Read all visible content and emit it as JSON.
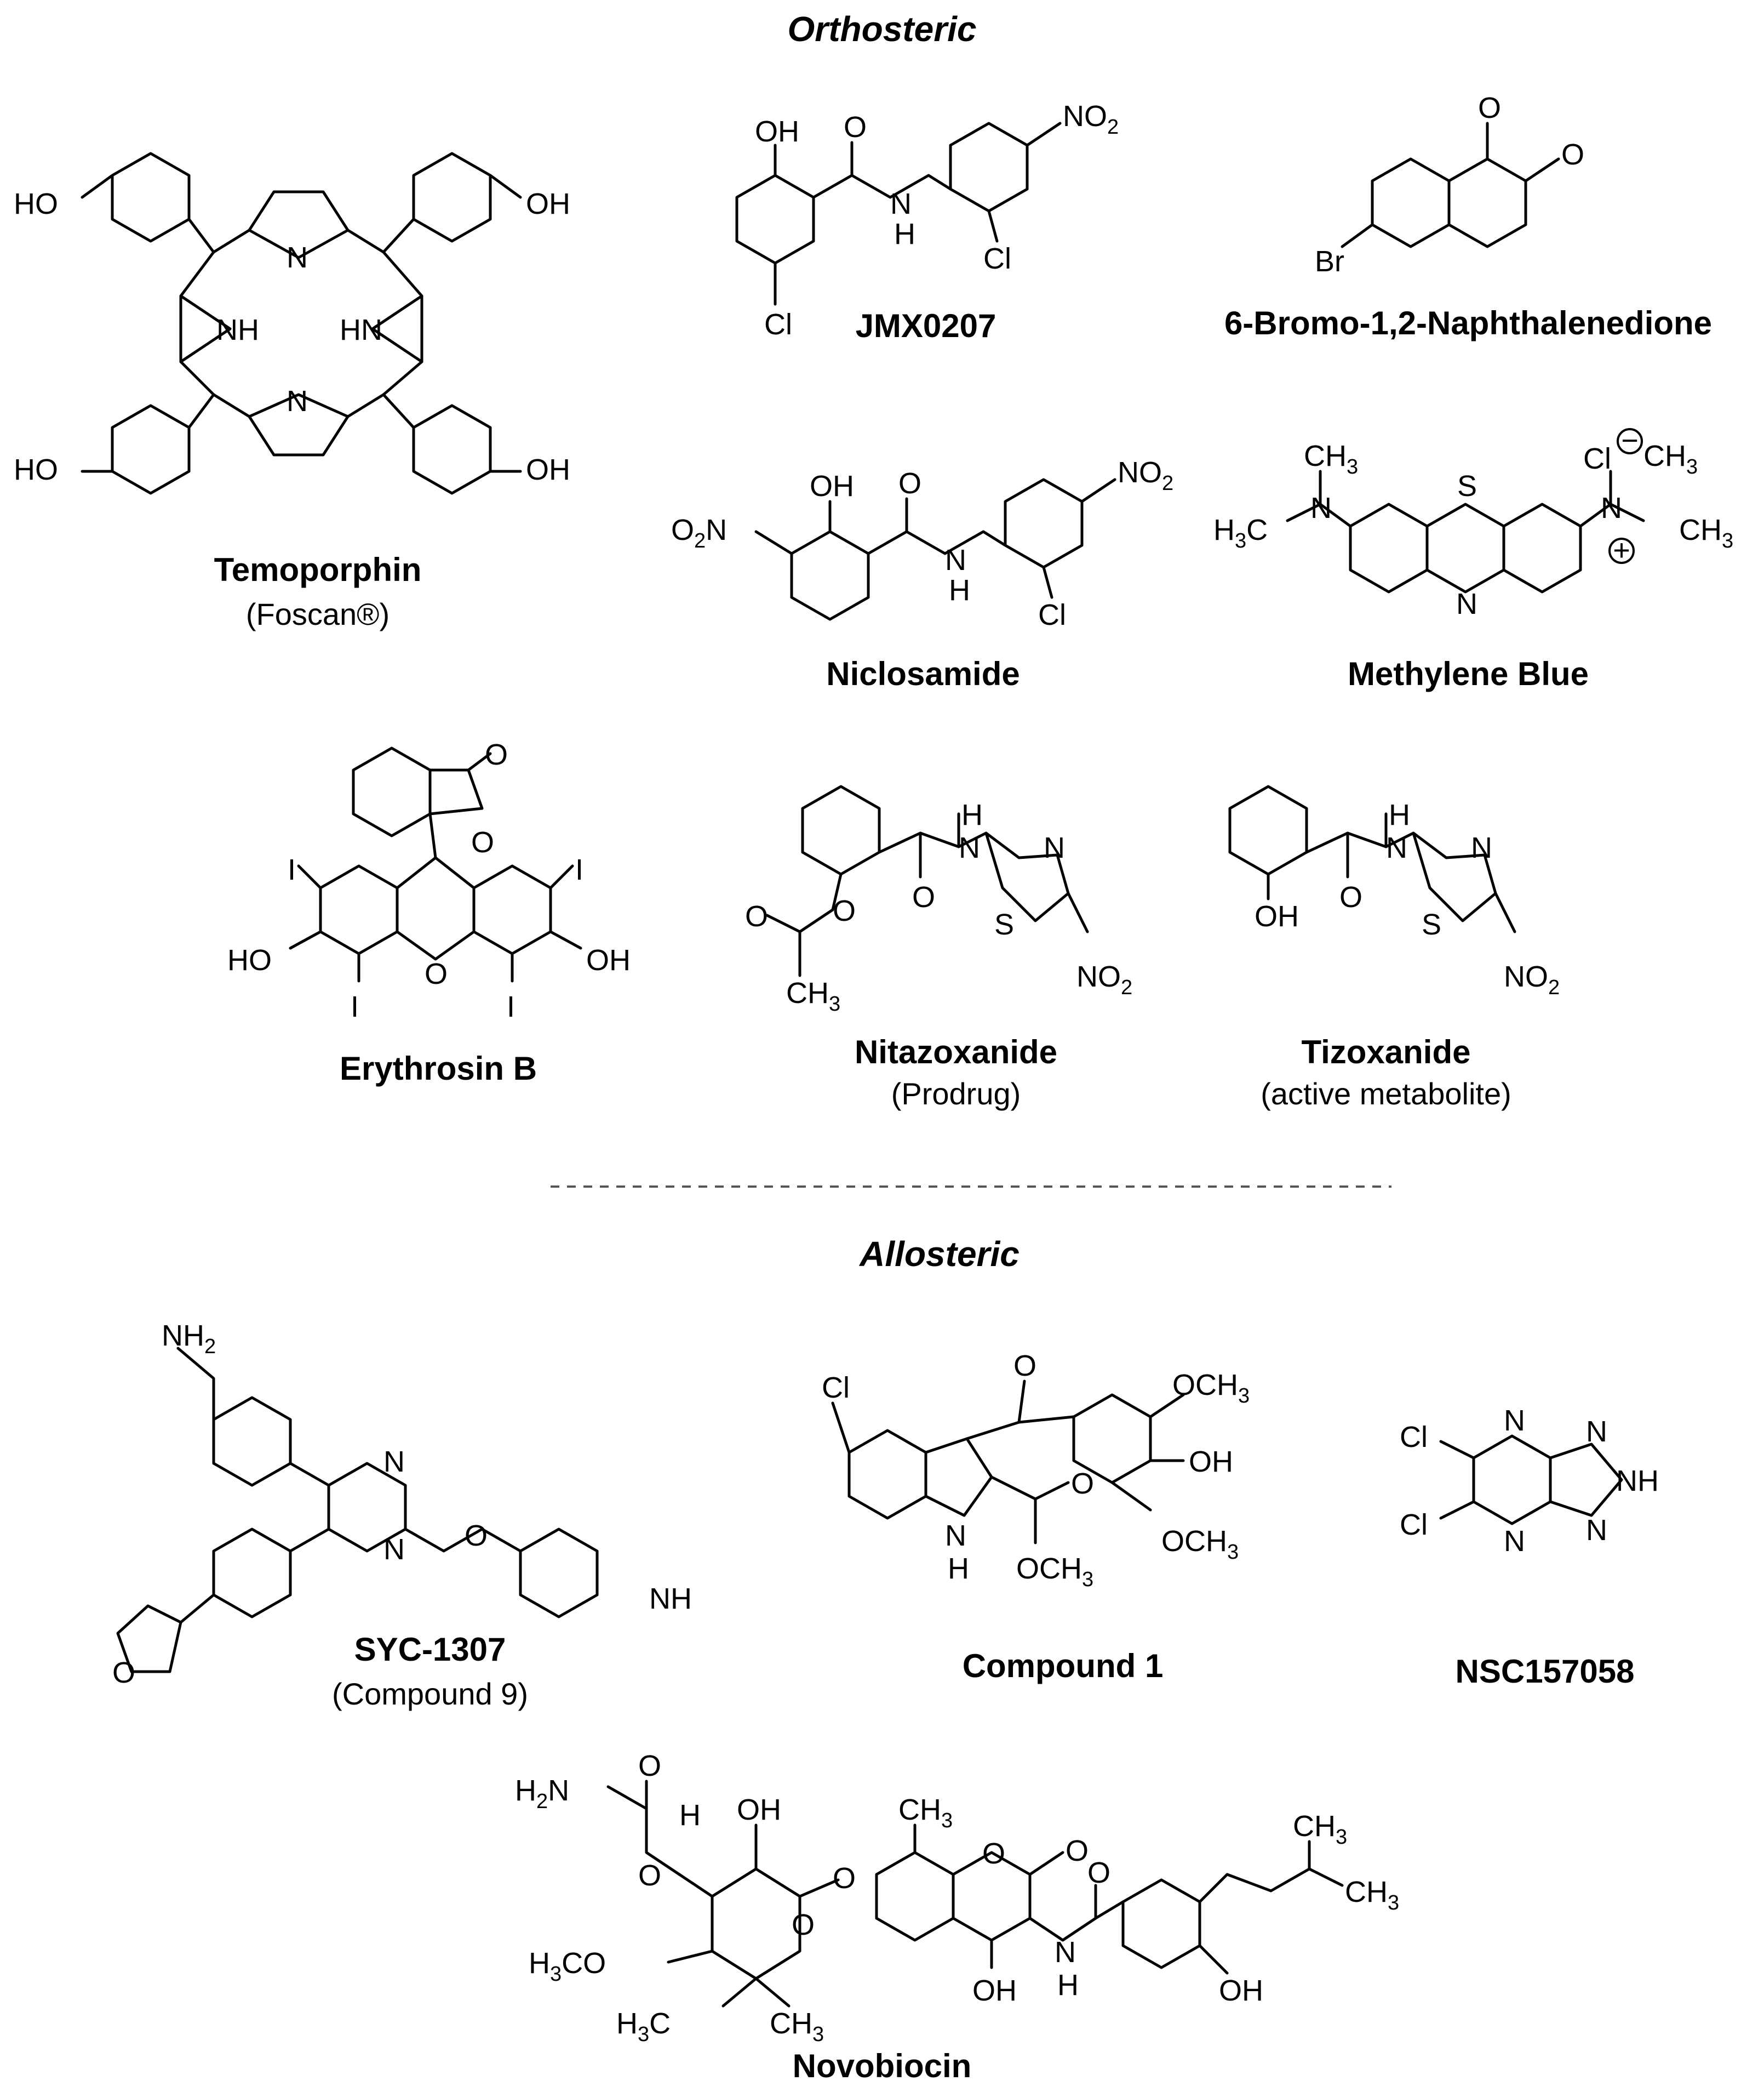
{
  "sections": {
    "orthosteric": "Orthosteric",
    "allosteric": "Allosteric"
  },
  "compounds": {
    "temoporphin": {
      "name": "Temoporphin",
      "sub": "(Foscan®)"
    },
    "jmx0207": {
      "name": "JMX0207"
    },
    "bromo": {
      "name": "6-Bromo-1,2-Naphthalenedione"
    },
    "niclosamide": {
      "name": "Niclosamide"
    },
    "methylene": {
      "name": "Methylene Blue"
    },
    "erythrosin": {
      "name": "Erythrosin B"
    },
    "nitazoxanide": {
      "name": "Nitazoxanide",
      "sub": "(Prodrug)"
    },
    "tizoxanide": {
      "name": "Tizoxanide",
      "sub": "(active metabolite)"
    },
    "syc1307": {
      "name": "SYC-1307",
      "sub": "(Compound 9)"
    },
    "compound1": {
      "name": "Compound 1"
    },
    "nsc157058": {
      "name": "NSC157058"
    },
    "novobiocin": {
      "name": "Novobiocin"
    }
  },
  "atoms": {
    "HO": "HO",
    "OH": "OH",
    "N": "N",
    "NH": "NH",
    "HN": "HN",
    "H": "H",
    "O": "O",
    "S": "S",
    "Cl": "Cl",
    "Br": "Br",
    "I": "I",
    "NO": "NO",
    "two": "2",
    "three": "3",
    "CH": "CH",
    "OCH": "OCH",
    "H2N_H": "H",
    "H2N_N": "N",
    "NH2_NH": "NH",
    "H3C_H": "H",
    "H3C_C": "C",
    "H3CO_CO": "CO",
    "Cl_minus": "Cl",
    "minus": "−",
    "plus": "+"
  }
}
